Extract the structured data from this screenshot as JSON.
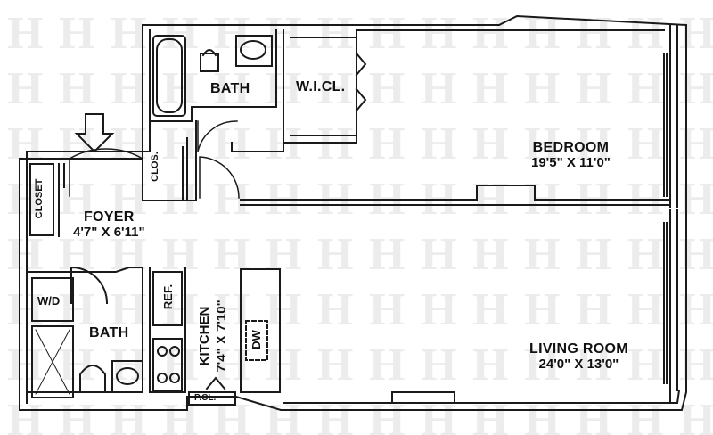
{
  "plan": {
    "rooms": [
      {
        "name": "BEDROOM",
        "dims": "19'5\" X 11'0\""
      },
      {
        "name": "FOYER",
        "dims": "4'7\" X 6'11\""
      },
      {
        "name": "LIVING ROOM",
        "dims": "24'0\" X 13'0\""
      },
      {
        "name": "BATH"
      },
      {
        "name": "BATH"
      },
      {
        "name": "W.I.CL."
      }
    ],
    "kitchen": {
      "name": "KITCHEN",
      "dims": "7'4\" X 7'10\""
    },
    "fixtures": {
      "closet": "CLOSET",
      "clos": "CLOS.",
      "wd": "W/D",
      "ref": "REF.",
      "dw": "DW",
      "pcl": "P.CL."
    },
    "entry_arrow_icon": "down-arrow-icon",
    "watermark_letter": "H",
    "colors": {
      "line": "#1a1a1a",
      "watermark": "#ececec",
      "background": "#ffffff"
    }
  }
}
